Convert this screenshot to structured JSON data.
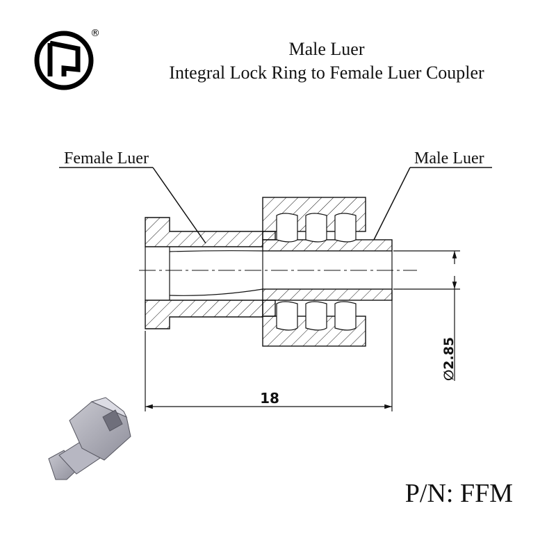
{
  "header": {
    "title_line1": "Male Luer",
    "title_line2": "Integral Lock Ring to Female Luer Coupler"
  },
  "drawing": {
    "callout_left": "Female Luer",
    "callout_right": "Male Luer",
    "dim_length": "18",
    "dim_diameter": "∅2.85"
  },
  "footer": {
    "part_number": "P/N: FFM"
  },
  "logo": {
    "registered_mark": "®"
  }
}
